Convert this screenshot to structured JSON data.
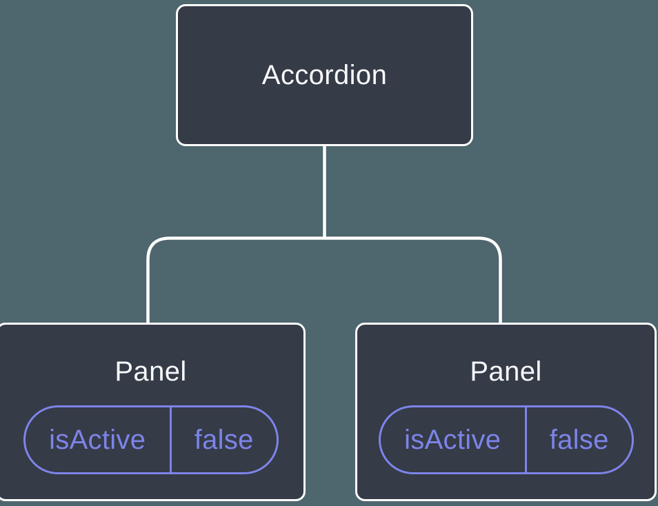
{
  "diagram": {
    "type": "component-tree",
    "colors": {
      "background": "#4e666d",
      "node_background": "#353b47",
      "node_border": "#ffffff",
      "node_text": "#f7f8fa",
      "connector": "#ffffff",
      "state_accent": "#7d84e8"
    },
    "tree": {
      "root": {
        "label": "Accordion"
      },
      "children": [
        {
          "label": "Panel",
          "state": {
            "name": "isActive",
            "value": "false"
          }
        },
        {
          "label": "Panel",
          "state": {
            "name": "isActive",
            "value": "false"
          }
        }
      ]
    }
  }
}
